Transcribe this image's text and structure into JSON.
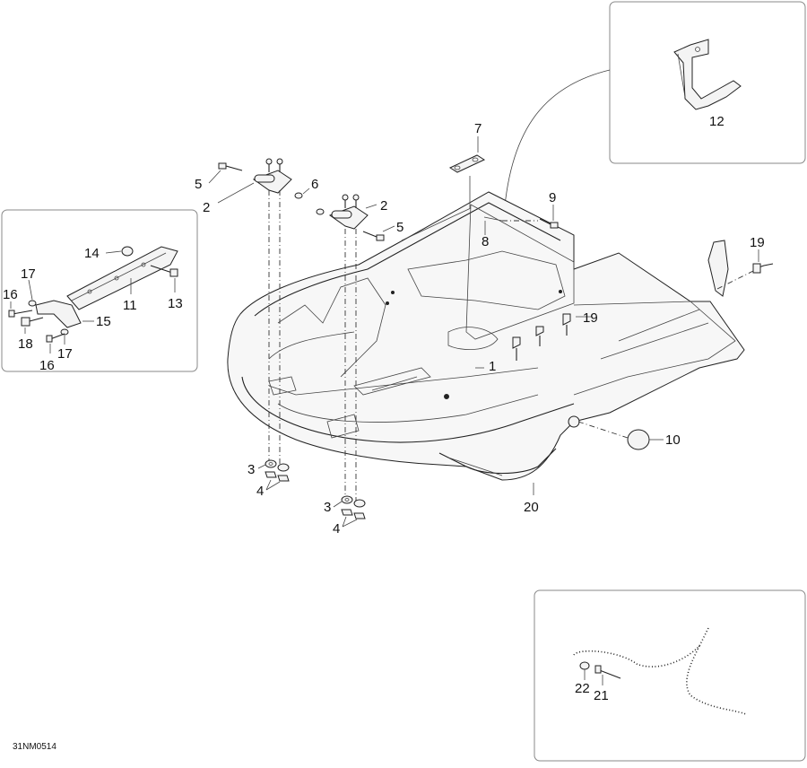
{
  "figure_code": "31NM0514",
  "callouts": {
    "c1": "1",
    "c2a": "2",
    "c2b": "2",
    "c3a": "3",
    "c3b": "3",
    "c4a": "4",
    "c4b": "4",
    "c5a": "5",
    "c5b": "5",
    "c6": "6",
    "c7": "7",
    "c8": "8",
    "c9": "9",
    "c10": "10",
    "c11": "11",
    "c12": "12",
    "c13": "13",
    "c14": "14",
    "c15": "15",
    "c16a": "16",
    "c16b": "16",
    "c17a": "17",
    "c17b": "17",
    "c18": "18",
    "c19a": "19",
    "c19b": "19",
    "c20": "20",
    "c21": "21",
    "c22": "22"
  }
}
